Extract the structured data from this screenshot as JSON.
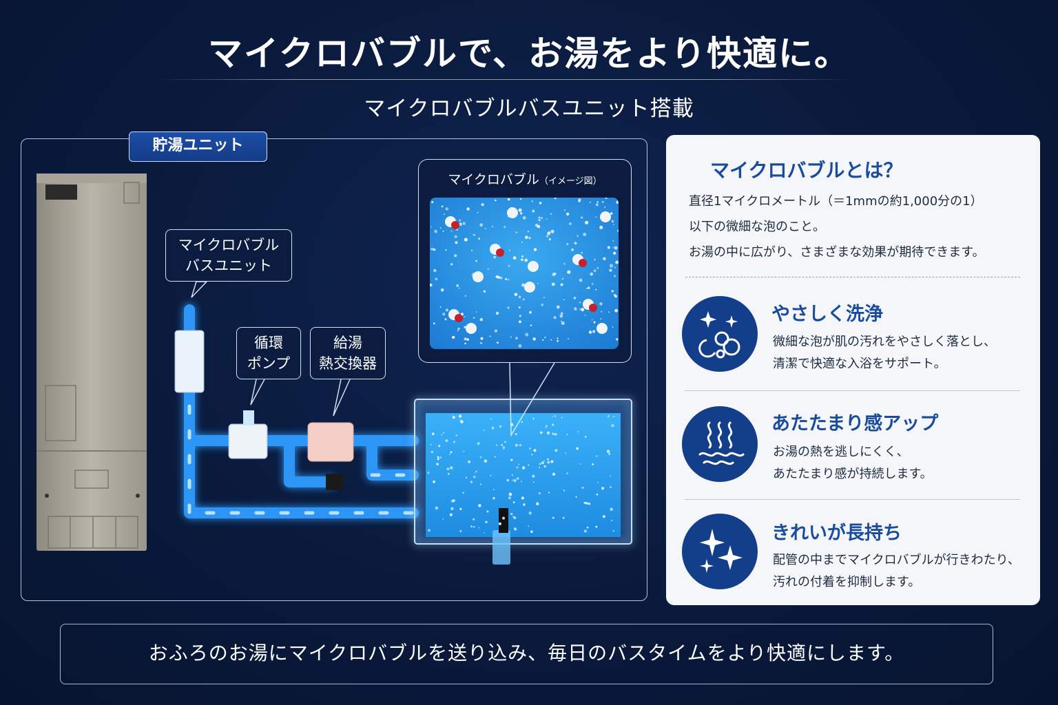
{
  "header": {
    "title": "マイクロバブルで、お湯をより快適に。",
    "subtitle": "マイクロバブルバスユニット搭載"
  },
  "diagram": {
    "unit_tag": "貯湯ユニット",
    "bath_unit_label": [
      "マイクロバブル",
      "バスユニット"
    ],
    "pump_label": [
      "循環",
      "ポンプ"
    ],
    "hx_label": [
      "給湯",
      "熱交換器"
    ],
    "micro_title": "マイクロバブル",
    "micro_title_note": "（イメージ図）"
  },
  "info": {
    "heading": "マイクロバブルとは？",
    "lines": [
      "直径1マイクロメートル（＝1mmの約1,000分の1）",
      "以下の微細な泡のこと。",
      "お湯の中に広がり、さまざまな効果が期待できます。"
    ],
    "features": [
      {
        "icon": "sparkle-bubbles-icon",
        "title": "やさしく洗浄",
        "desc": [
          "微細な泡が肌の汚れをやさしく落とし、",
          "清潔で快適な入浴をサポート。"
        ]
      },
      {
        "icon": "steam-waves-icon",
        "title": "あたたまり感アップ",
        "desc": [
          "お湯の熱を逃しにくく、",
          "あたたまり感が持続します。"
        ]
      },
      {
        "icon": "sparkles-icon",
        "title": "きれいが長持ち",
        "desc": [
          "配管の中までマイクロバブルが行きわたり、",
          "汚れの付着を抑制します。"
        ]
      }
    ]
  },
  "footer": {
    "text": "おふろのお湯にマイクロバブルを送り込み、毎日のバスタイムをより快適にします。"
  },
  "colors": {
    "background": "#0a1a3c",
    "accent": "#1a4c9e",
    "water": "#2ea8f5",
    "panel": "#f4f6fa"
  }
}
